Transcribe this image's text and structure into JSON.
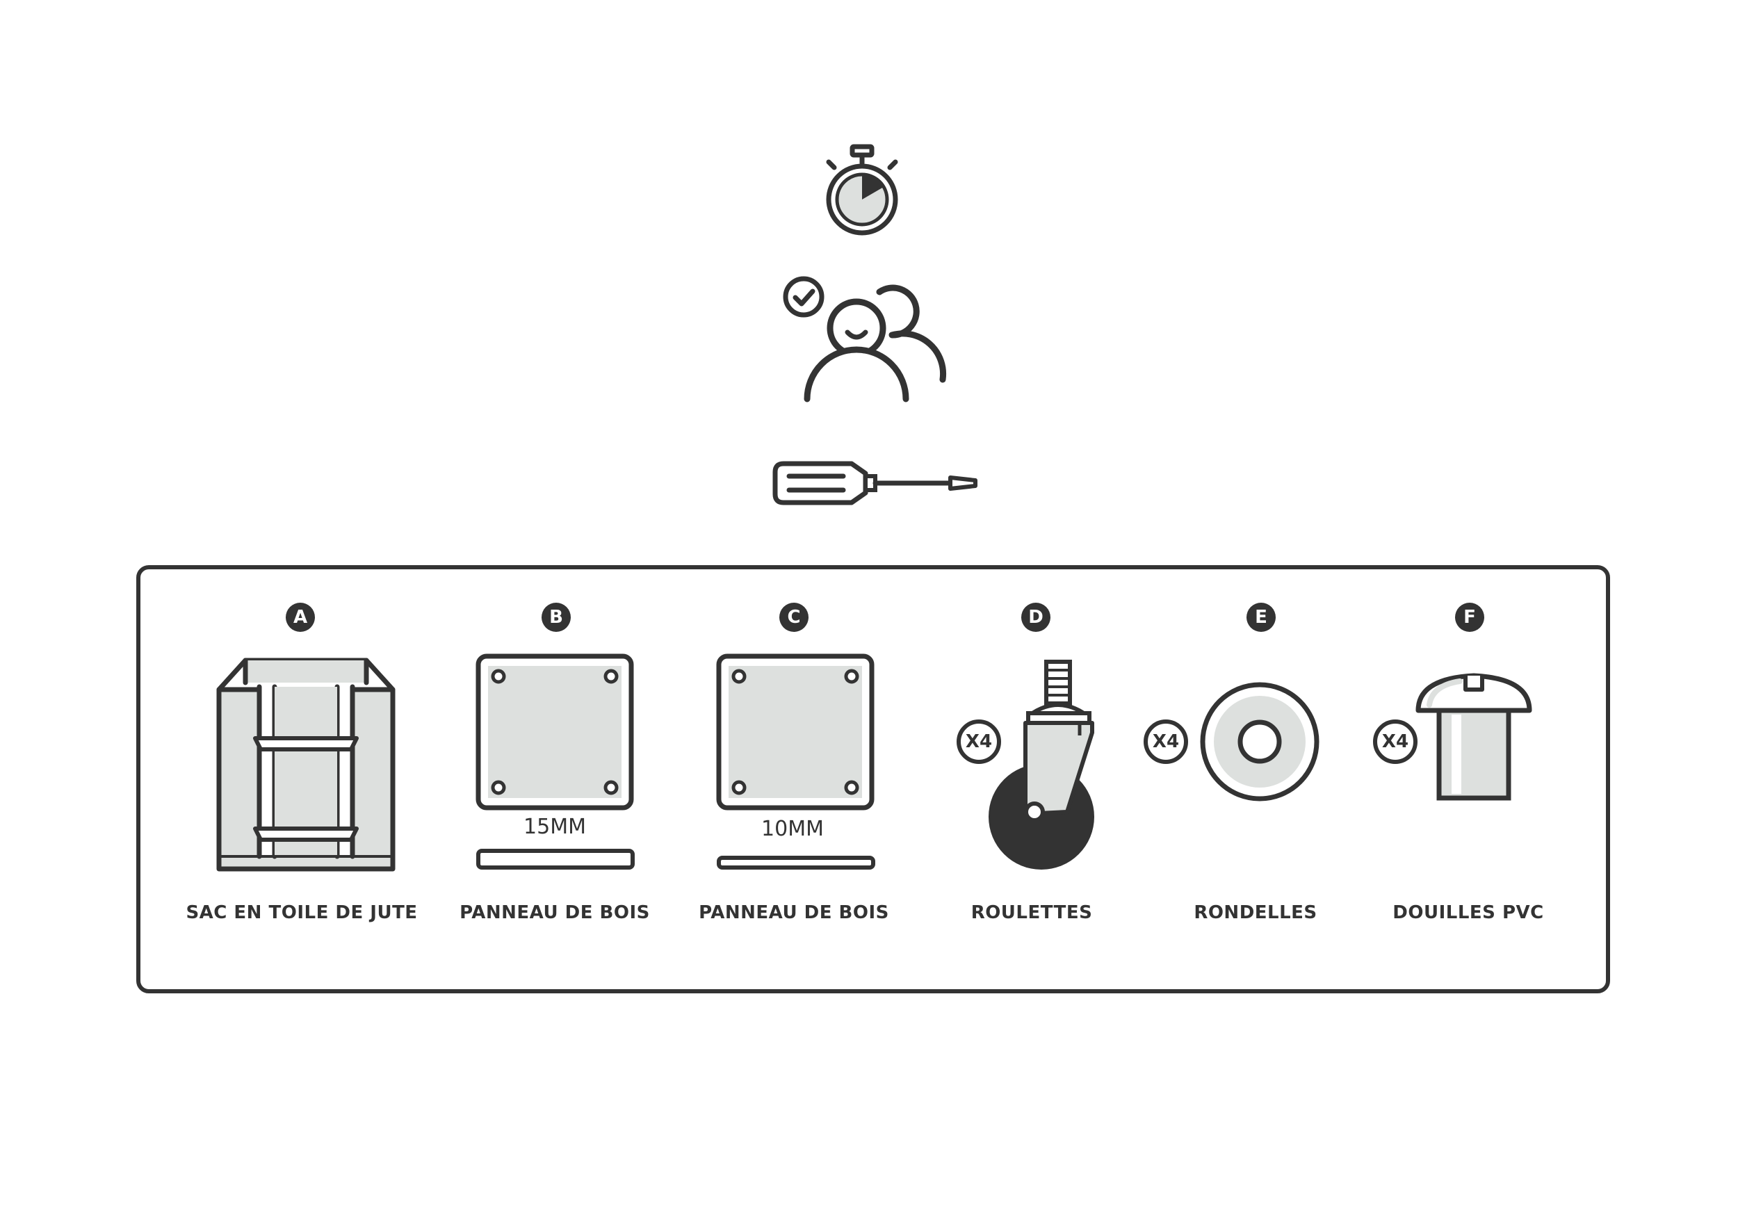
{
  "icons": {
    "time": "stopwatch-icon",
    "people": "two-persons-icon",
    "tool": "screwdriver-icon"
  },
  "colors": {
    "line": "#333333",
    "fill": "#dde0de"
  },
  "parts": [
    {
      "letter": "A",
      "name": "SAC EN TOILE DE JUTE"
    },
    {
      "letter": "B",
      "name": "PANNEAU DE BOIS",
      "thickness": "15MM"
    },
    {
      "letter": "C",
      "name": "PANNEAU DE BOIS",
      "thickness": "10MM"
    },
    {
      "letter": "D",
      "name": "ROULETTES",
      "quantity": "X4"
    },
    {
      "letter": "E",
      "name": "RONDELLES",
      "quantity": "X4"
    },
    {
      "letter": "F",
      "name": "DOUILLES PVC",
      "quantity": "X4"
    }
  ]
}
